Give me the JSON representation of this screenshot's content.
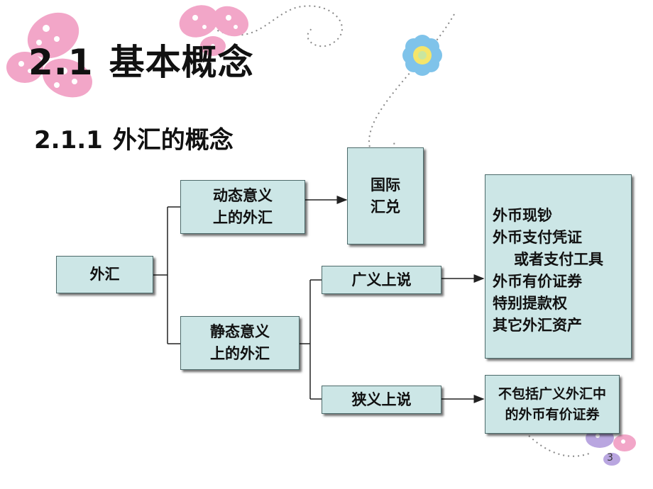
{
  "slide": {
    "title": {
      "number": "2.1",
      "text": "基本概念"
    },
    "subtitle": {
      "number": "2.1.1",
      "text": "外汇的概念"
    },
    "page_number": "3"
  },
  "diagram": {
    "root": "外汇",
    "dynamic": [
      "动态意义",
      "上的外汇"
    ],
    "dynamic_result": [
      "国际",
      "汇兑"
    ],
    "static": [
      "静态意义",
      "上的外汇"
    ],
    "broad": "广义上说",
    "broad_items": [
      "外币现钞",
      "外币支付凭证",
      "或者支付工具",
      "外币有价证券",
      "特别提款权",
      "其它外汇资产"
    ],
    "narrow": "狭义上说",
    "narrow_result": [
      "不包括广义外汇中",
      "的外币有价证券"
    ]
  },
  "colors": {
    "node_fill": "#cce6e6",
    "node_border": "#4c6a6a",
    "butterfly_pink": "#f2a6c8",
    "butterfly_purple": "#b9a6e0",
    "flower_blue": "#7fc3ea",
    "flower_center": "#f5e56b"
  }
}
